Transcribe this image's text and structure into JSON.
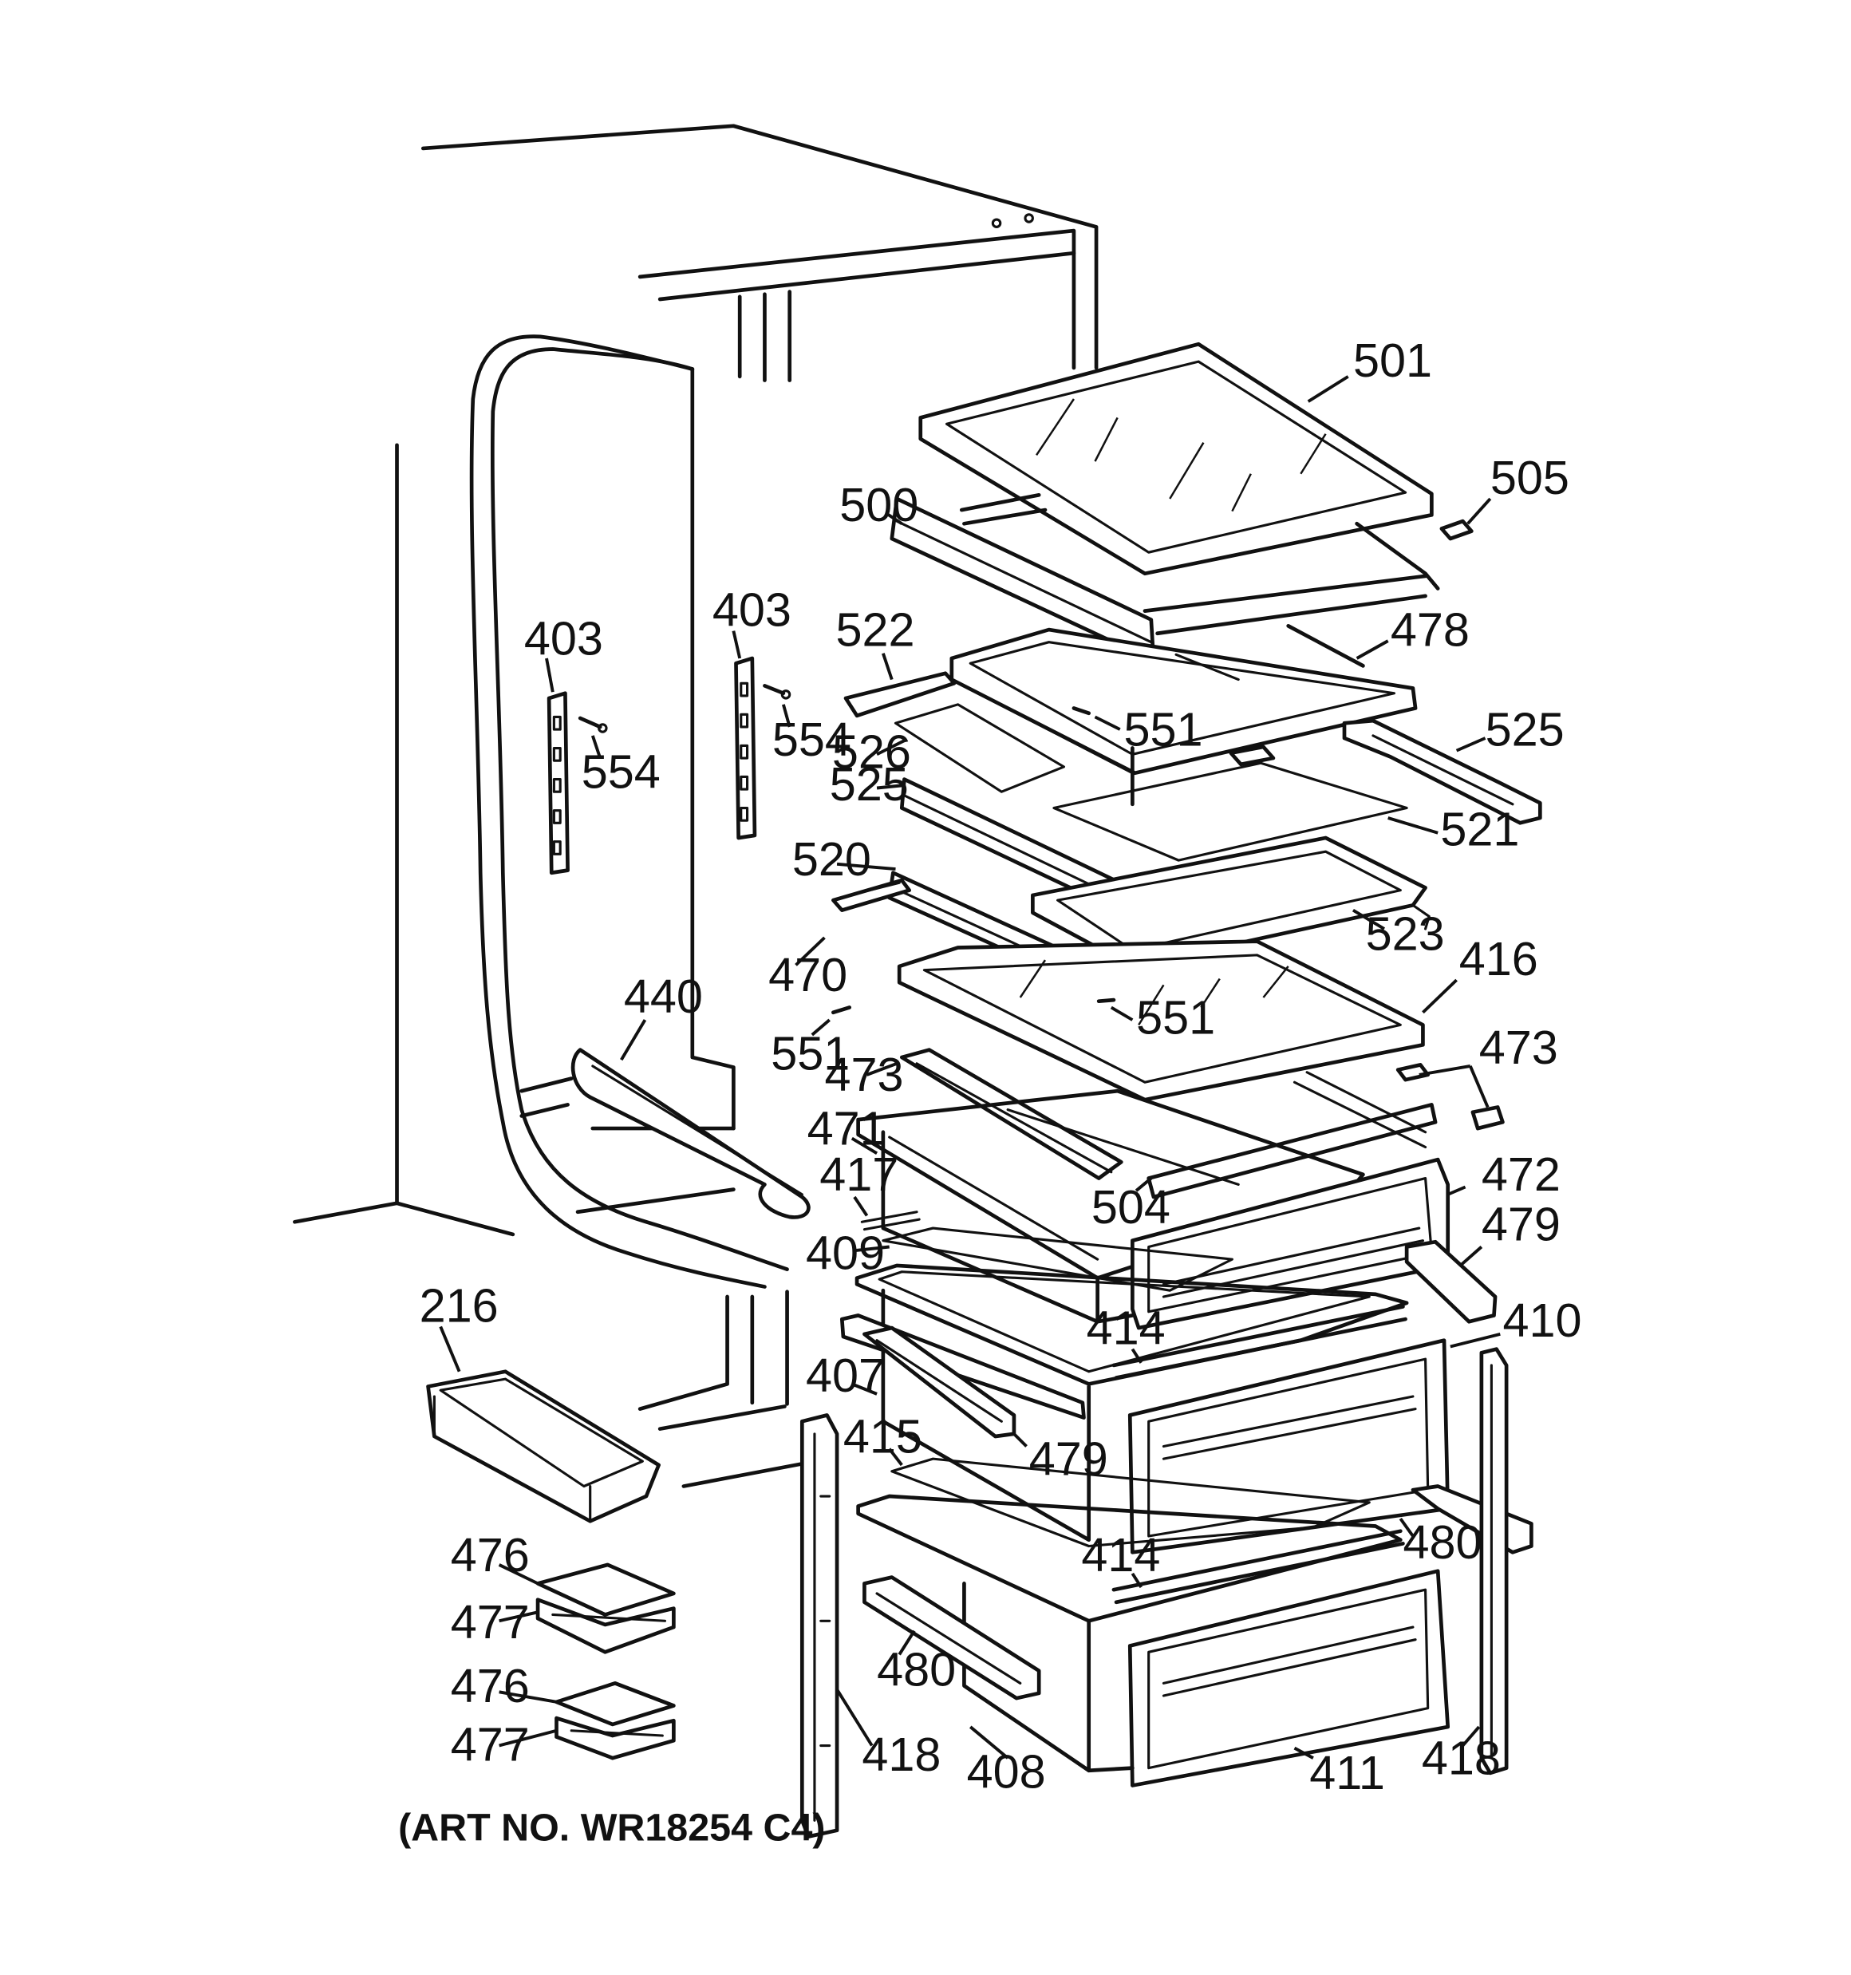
{
  "art_number": "(ART NO. WR18254 C4)",
  "labels": {
    "l501": "501",
    "l505": "505",
    "l500": "500",
    "l478": "478",
    "l522": "522",
    "l551a": "551",
    "l525a": "525",
    "l526": "526",
    "l525b": "525",
    "l521": "521",
    "l520": "520",
    "l523": "523",
    "l470": "470",
    "l416": "416",
    "l551b": "551",
    "l551c": "551",
    "l473a": "473",
    "l473b": "473",
    "l471": "471",
    "l504": "504",
    "l472": "472",
    "l417": "417",
    "l409": "409",
    "l479a": "479",
    "l414a": "414",
    "l410": "410",
    "l407": "407",
    "l479b": "479",
    "l415": "415",
    "l414b": "414",
    "l480a": "480",
    "l480b": "480",
    "l418a": "418",
    "l408": "408",
    "l411": "411",
    "l418b": "418",
    "l403a": "403",
    "l554a": "554",
    "l403b": "403",
    "l554b": "554",
    "l440": "440",
    "l216": "216",
    "l476a": "476",
    "l477a": "477",
    "l476b": "476",
    "l477b": "477"
  }
}
